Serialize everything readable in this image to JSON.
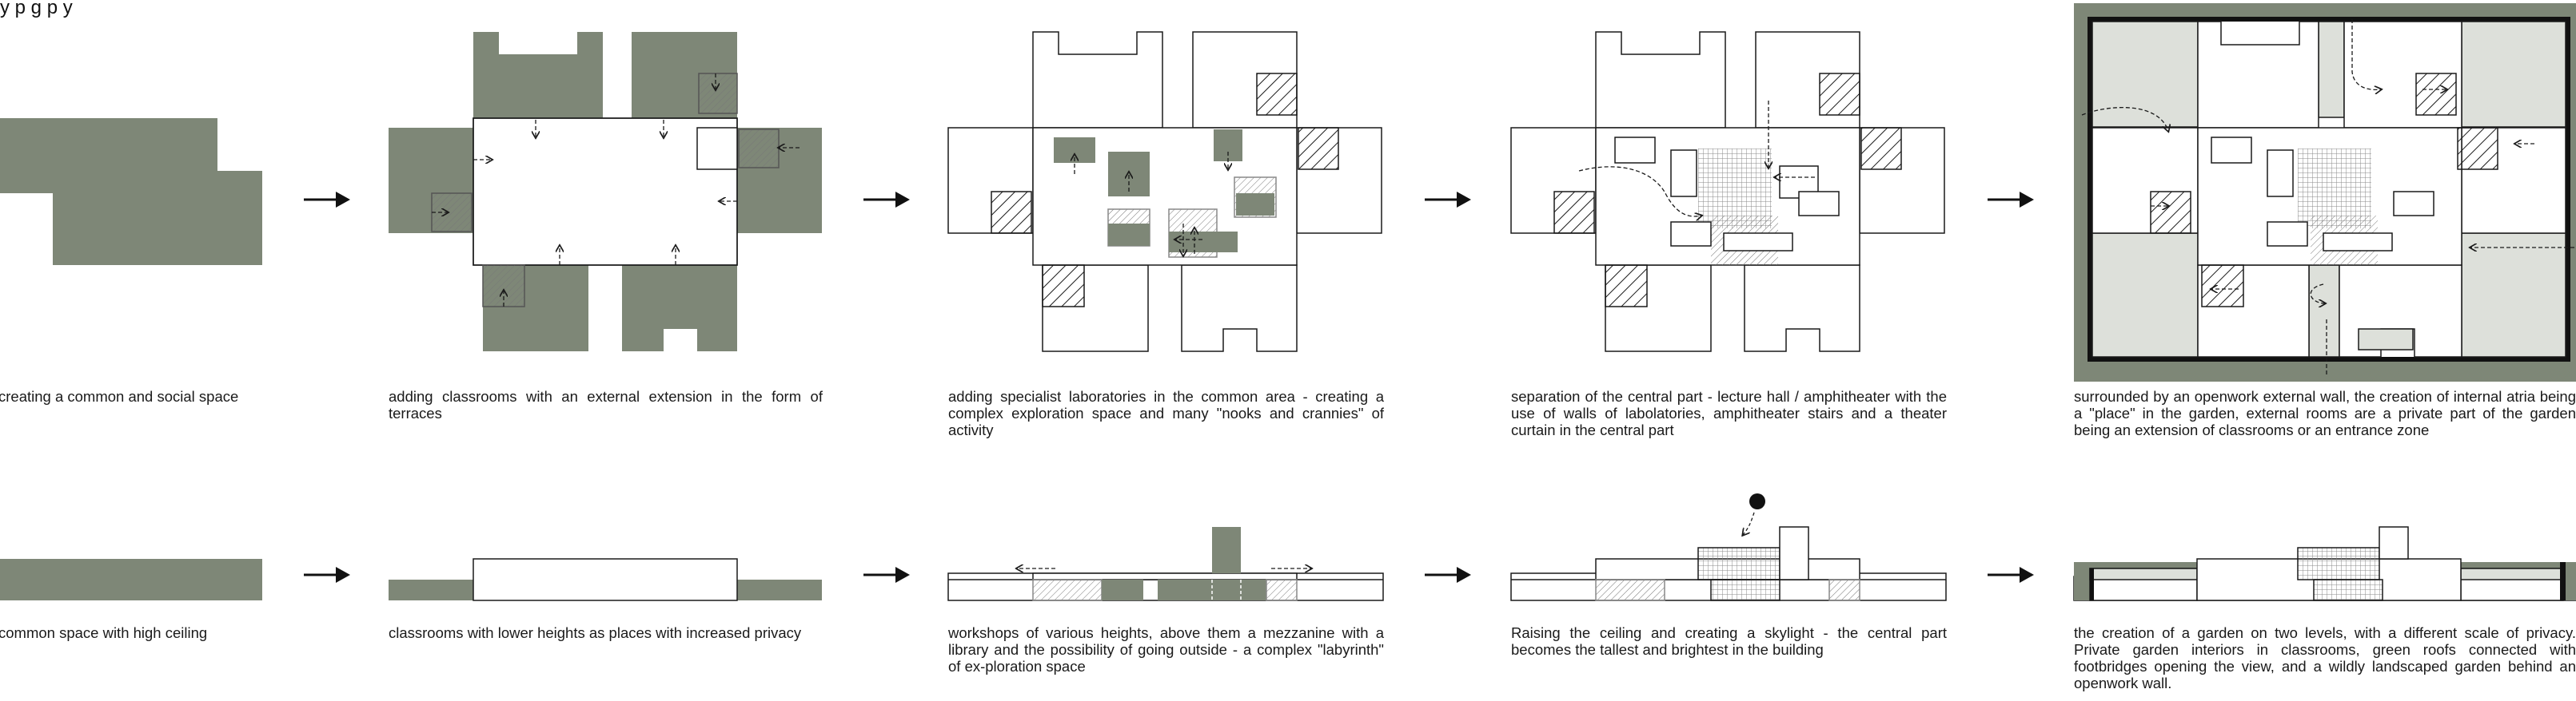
{
  "header": {
    "partial_text": "y     p  g    p               y"
  },
  "colors": {
    "fill_green": "#7e8777",
    "fill_light": "#dde0da",
    "line": "#1a1a1a",
    "paper": "#ffffff"
  },
  "icons": {
    "arrow": "right-arrow-icon",
    "skylight": "skylight-sun-icon"
  },
  "plan_captions": [
    "creating a common and social space",
    "adding classrooms with an external extension in the form of terraces",
    "adding specialist laboratories in the common area - creating a complex exploration space and many \"nooks and crannies\" of activity",
    "separation of the central part - lecture hall / amphitheater with the use of walls of labolatories, amphitheater stairs and a theater curtain in the central part",
    "surrounded by an openwork external wall, the creation of internal atria being a \"place\" in the garden, external rooms are a private part of the garden being an extension of classrooms or an entrance zone"
  ],
  "section_captions": [
    "common space with high ceiling",
    "classrooms with lower heights as places with increased privacy",
    "workshops of various heights, above them a mezzanine with a library and the possibility of going outside - a complex \"labyrinth\" of ex-ploration space",
    "Raising the ceiling and creating a skylight - the central part becomes the tallest and brightest in the building",
    "the creation of a garden on two levels, with a different scale of privacy. Private garden interiors in classrooms, green roofs connected with footbridges opening the view, and a wildly landscaped garden behind an openwork wall."
  ]
}
